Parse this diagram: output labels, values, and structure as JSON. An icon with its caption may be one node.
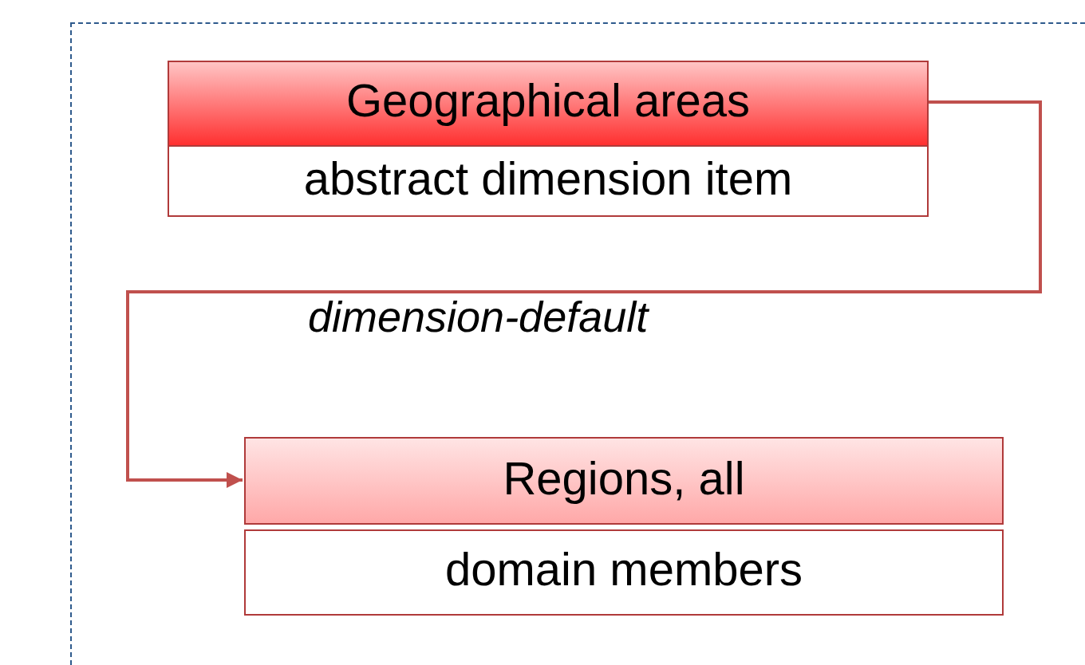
{
  "diagram": {
    "nodes": [
      {
        "text": [],
        "shape": "box"
      },
      {
        "text": [
          "Geographical areas",
          "abstract dimension item"
        ],
        "in": 0
      },
      {
        "text": [
          "Regions, all"
        ],
        "in": 0
      },
      {
        "text": [
          "domain members"
        ],
        "in": 0
      }
    ],
    "edges": [
      {
        "from": 1,
        "to": 2,
        "arrow": "to",
        "label": "dimension-default"
      }
    ]
  }
}
